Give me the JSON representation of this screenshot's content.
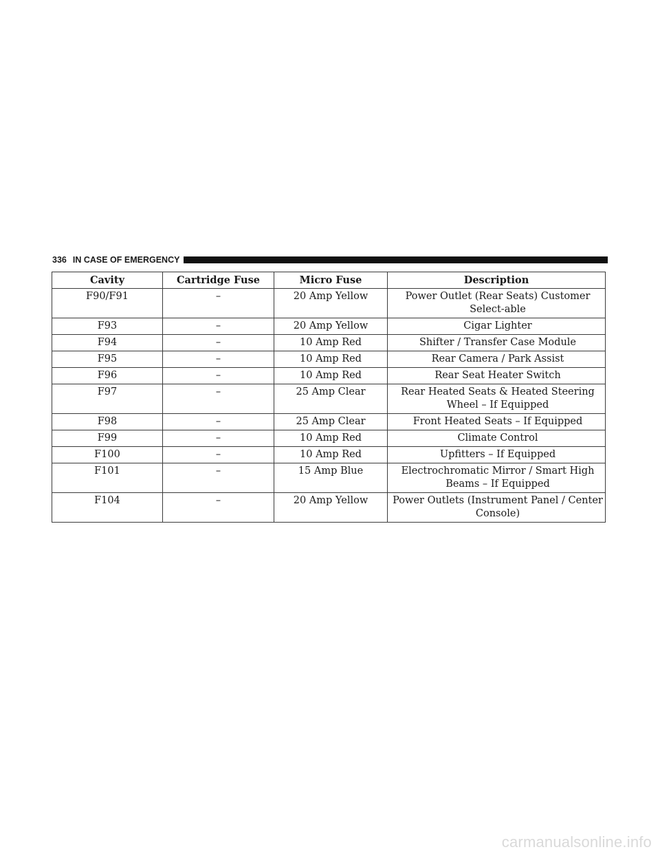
{
  "header": {
    "page_number": "336",
    "section_title": "IN CASE OF EMERGENCY"
  },
  "table": {
    "columns": [
      "Cavity",
      "Cartridge Fuse",
      "Micro Fuse",
      "Description"
    ],
    "rows": [
      {
        "cavity": "F90/F91",
        "cartridge": "–",
        "micro": "20 Amp Yellow",
        "description": "Power Outlet (Rear Seats) Customer Select-able"
      },
      {
        "cavity": "F93",
        "cartridge": "–",
        "micro": "20 Amp Yellow",
        "description": "Cigar Lighter"
      },
      {
        "cavity": "F94",
        "cartridge": "–",
        "micro": "10 Amp Red",
        "description": "Shifter / Transfer Case Module"
      },
      {
        "cavity": "F95",
        "cartridge": "–",
        "micro": "10 Amp Red",
        "description": "Rear Camera / Park Assist"
      },
      {
        "cavity": "F96",
        "cartridge": "–",
        "micro": "10 Amp Red",
        "description": "Rear Seat Heater Switch"
      },
      {
        "cavity": "F97",
        "cartridge": "–",
        "micro": "25 Amp Clear",
        "description": "Rear Heated Seats & Heated Steering Wheel – If Equipped"
      },
      {
        "cavity": "F98",
        "cartridge": "–",
        "micro": "25 Amp Clear",
        "description": "Front Heated Seats – If Equipped"
      },
      {
        "cavity": "F99",
        "cartridge": "–",
        "micro": "10 Amp Red",
        "description": "Climate Control"
      },
      {
        "cavity": "F100",
        "cartridge": "–",
        "micro": "10 Amp Red",
        "description": "Upfitters – If Equipped"
      },
      {
        "cavity": "F101",
        "cartridge": "–",
        "micro": "15 Amp Blue",
        "description": "Electrochromatic Mirror / Smart High Beams – If Equipped"
      },
      {
        "cavity": "F104",
        "cartridge": "–",
        "micro": "20 Amp Yellow",
        "description": "Power Outlets (Instrument Panel / Center Console)"
      }
    ]
  },
  "watermark": "carmanualsonline.info"
}
